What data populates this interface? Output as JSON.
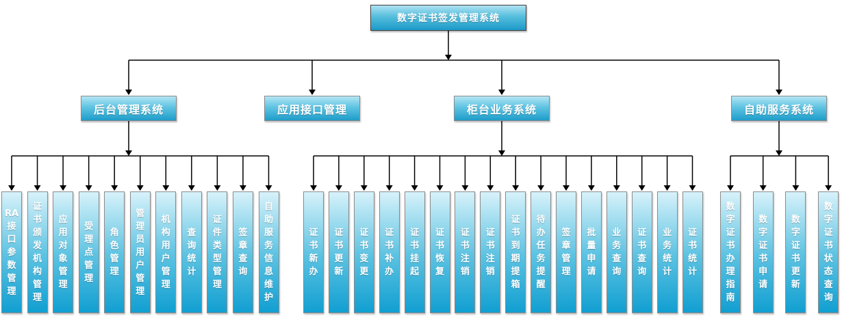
{
  "root": {
    "label": "数字证书签发管理系统"
  },
  "branches": [
    {
      "label": "后台管理系统",
      "children": [
        "RA接口参数管理",
        "证书颁发机构管理",
        "应用对象管理",
        "受理点管理",
        "角色管理",
        "管理员用户管理",
        "机构用户管理",
        "查询统计",
        "证件类型管理",
        "签章查询",
        "自助服务信息维护"
      ]
    },
    {
      "label": "应用接口管理",
      "children": []
    },
    {
      "label": "柜台业务系统",
      "children": [
        "证书新办",
        "证书更新",
        "证书变更",
        "证书补办",
        "证书挂起",
        "证书恢复",
        "证书注销",
        "证书注销",
        "证书到期提箱",
        "待办任务提醒",
        "签章管理",
        "批量申请",
        "业务查询",
        "证书查询",
        "业务统计",
        "证书统计"
      ]
    },
    {
      "label": "自助服务系统",
      "children": [
        "数字证书办理指南",
        "数字证书申请",
        "数字证书更新",
        "数字证书状态查询"
      ]
    }
  ],
  "colors": {
    "leaf_gradient_top": "#d7f2fa",
    "leaf_gradient_bottom": "#119fd1",
    "box_gradient_top": "#b3e5f4",
    "box_gradient_bottom": "#1e9dca",
    "box_border": "#8b8b8b",
    "root_border": "#3f3f3f",
    "arrow": "#000000",
    "text": "#ffffff",
    "background": "#ffffff"
  }
}
